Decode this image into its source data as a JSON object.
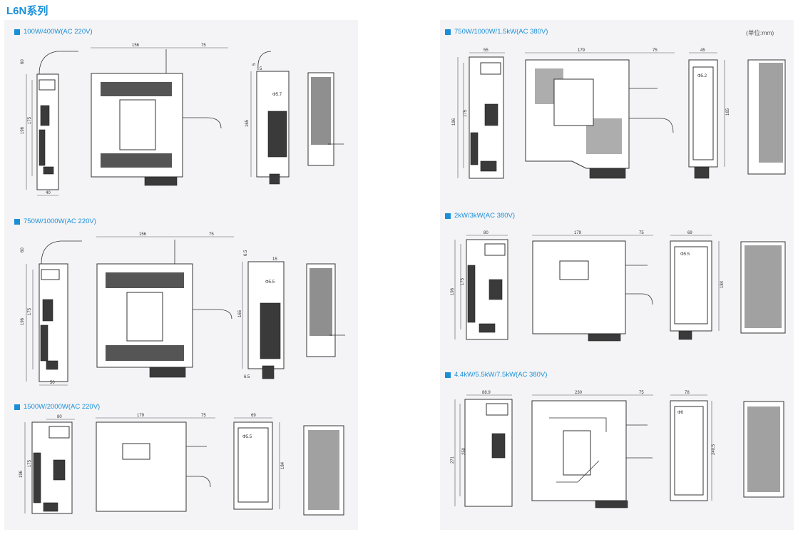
{
  "title": "L6N系列",
  "unit_note": "(单位:mm)",
  "sections": [
    {
      "label": "100W/400W(AC 220V)",
      "dims": {
        "front_top": "60",
        "front_height": "175",
        "front_total": "196",
        "front_width": "40",
        "side_depth": "156",
        "side_cable": "75",
        "rear_a": "5",
        "rear_b": "5",
        "rear_height": "165",
        "rear_hole": "Φ5.7"
      }
    },
    {
      "label": "750W/1000W(AC 220V)",
      "dims": {
        "front_top": "60",
        "front_height": "175",
        "front_total": "196",
        "front_width": "50",
        "side_depth": "156",
        "side_cable": "75",
        "rear_a": "6.5",
        "rear_b": "15",
        "rear_height": "165",
        "rear_hole": "Φ5.5",
        "rear_bottom": "6.5"
      }
    },
    {
      "label": "1500W/2000W(AC 220V)",
      "dims": {
        "front_width": "80",
        "front_height": "175",
        "front_total": "196",
        "side_depth": "179",
        "side_cable": "75",
        "rear_width": "69",
        "rear_height": "184",
        "rear_hole": "Φ5.5"
      }
    },
    {
      "label": "750W/1000W/1.5kW(AC 380V)",
      "dims": {
        "front_width": "55",
        "front_height": "175",
        "front_total": "196",
        "side_depth": "179",
        "side_cable": "75",
        "rear_width": "45",
        "rear_height": "165",
        "rear_hole": "Φ5.2"
      }
    },
    {
      "label": "2kW/3kW(AC 380V)",
      "dims": {
        "front_width": "80",
        "front_height": "175",
        "front_total": "196",
        "side_depth": "179",
        "side_cable": "75",
        "rear_width": "69",
        "rear_height": "184",
        "rear_hole": "Φ5.5"
      }
    },
    {
      "label": "4.4kW/5.5kW/7.5kW(AC 380V)",
      "dims": {
        "front_width": "88.9",
        "front_height": "250",
        "front_total": "271",
        "side_depth": "230",
        "side_cable": "75",
        "rear_width": "78",
        "rear_height": "240.5",
        "rear_hole": "Φ6"
      }
    }
  ]
}
